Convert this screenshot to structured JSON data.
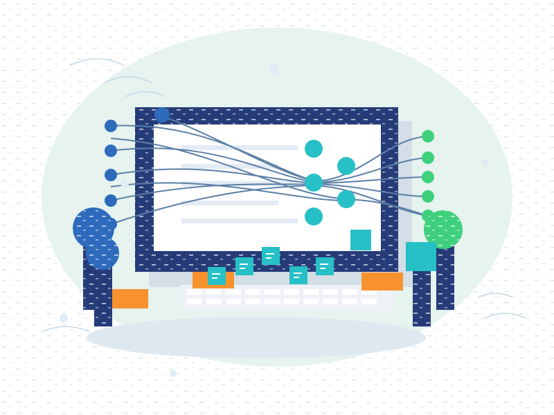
{
  "colors": {
    "background": "#ffffff",
    "blob": "#e6f3ef",
    "shadow": "#dde8f1",
    "navy": "#263c79",
    "blue": "#2e6bbd",
    "teal": "#27c0c6",
    "green": "#3fd07e",
    "orange": "#f7922e",
    "screen": "#ffffff",
    "screen_lines": "#e3ebf5",
    "wires": "#5c7fa6",
    "keyboard": "#eef2f7"
  },
  "icons": {
    "left_nodes": "blue-circle-node",
    "right_nodes": "green-circle-node",
    "center_nodes": "teal-circle-node",
    "bushes": "round-bush",
    "sticky_notes": "teal-note",
    "cards": "orange-card"
  }
}
